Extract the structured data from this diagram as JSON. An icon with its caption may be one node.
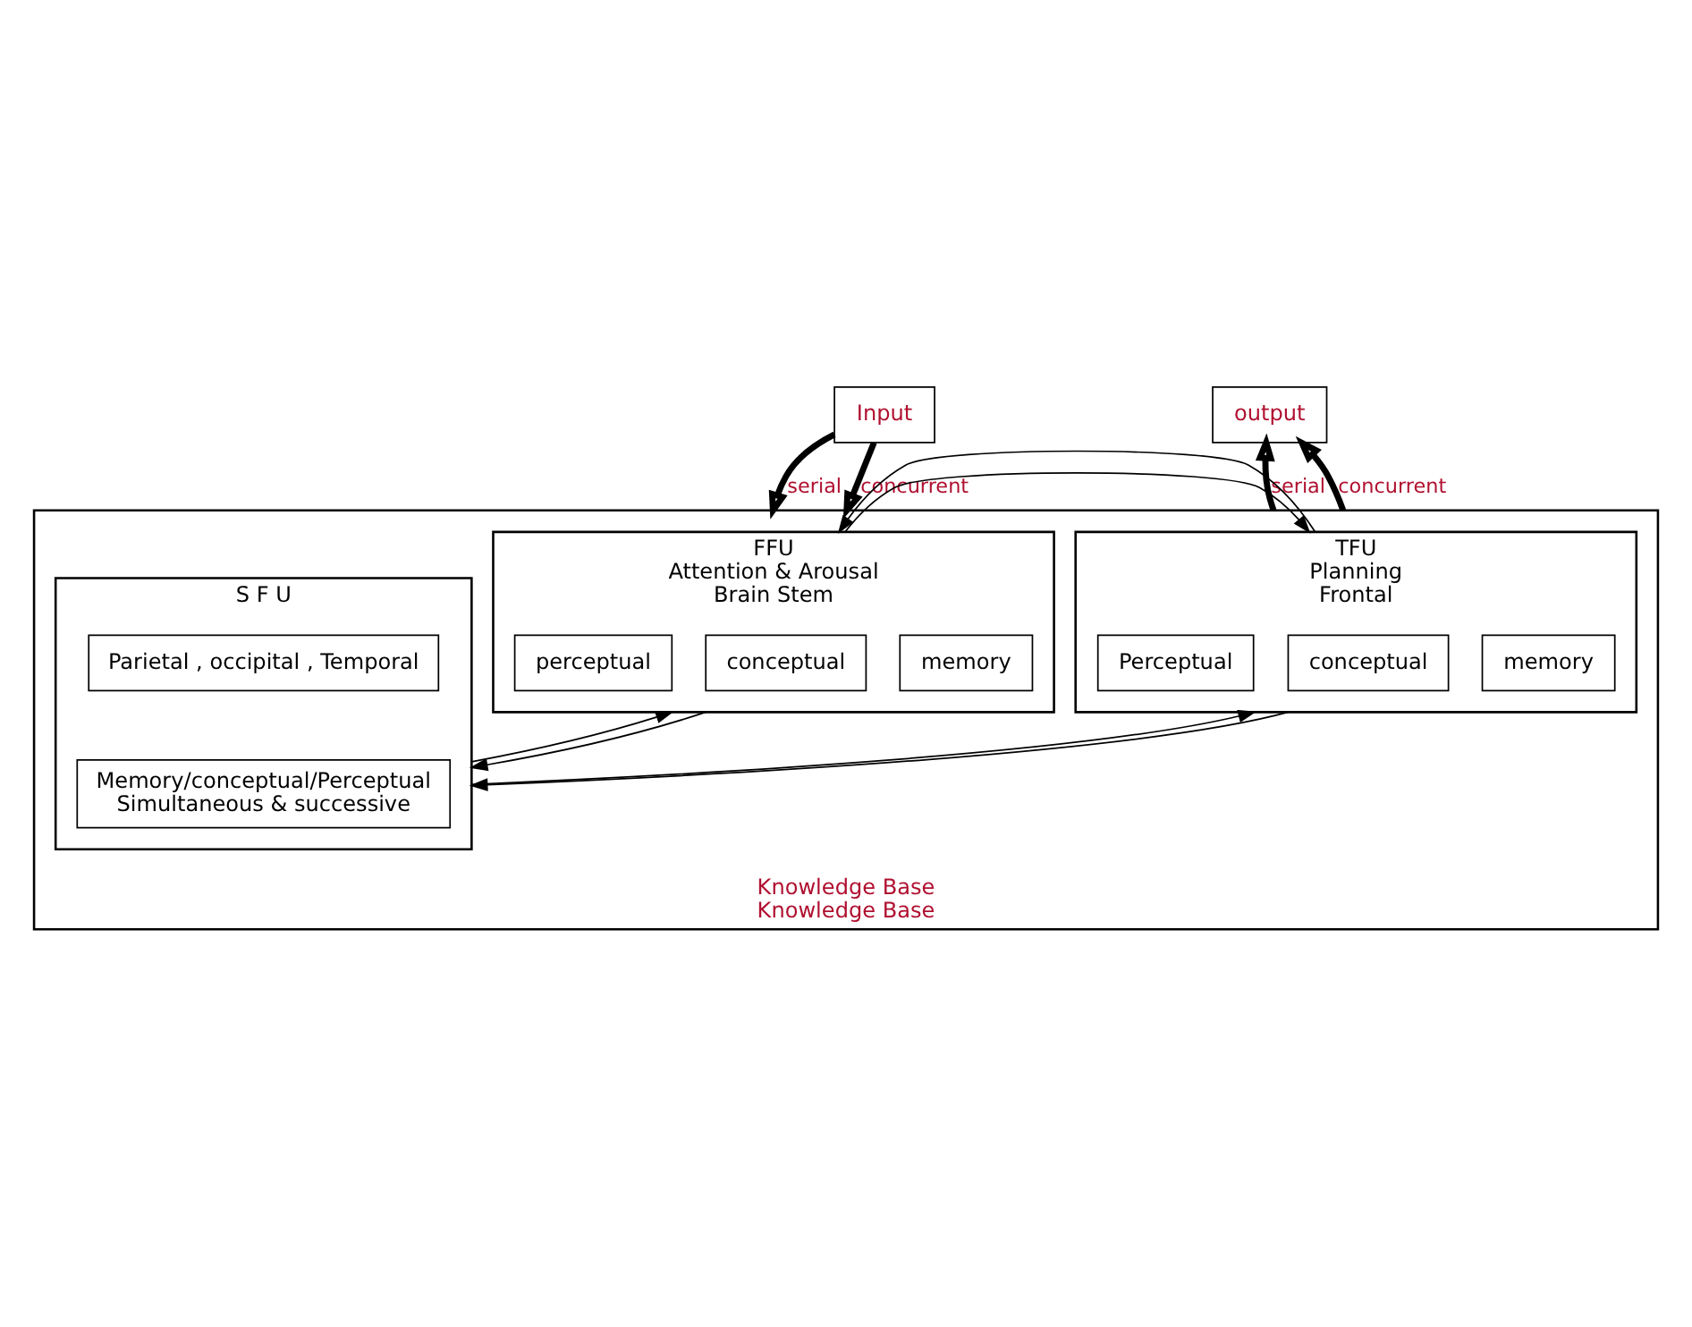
{
  "diagram": {
    "nodes": [
      {
        "text": [
          "Input"
        ]
      },
      {
        "text": [
          "output"
        ]
      },
      {
        "text": [
          "Knowledge Base",
          "Knowledge Base"
        ]
      },
      {
        "text": [
          "FFU",
          "Attention & Arousal",
          "Brain Stem"
        ],
        "in": 2
      },
      {
        "text": [
          "memory"
        ],
        "in": 3
      },
      {
        "text": [
          "conceptual"
        ],
        "in": 3
      },
      {
        "text": [
          "perceptual"
        ],
        "in": 3
      },
      {
        "text": [
          "TFU",
          "Planning",
          "Frontal"
        ],
        "in": 2
      },
      {
        "text": [
          "memory"
        ],
        "in": 7
      },
      {
        "text": [
          "conceptual"
        ],
        "in": 7
      },
      {
        "text": [
          "Perceptual"
        ],
        "in": 7
      },
      {
        "text": [
          "S F U"
        ],
        "in": 2
      },
      {
        "text": [
          "Parietal , occipital , Temporal"
        ],
        "in": 11
      },
      {
        "text": [
          "Memory/conceptual/Perceptual",
          "Simultaneous & successive"
        ],
        "in": 11
      }
    ],
    "edges": [
      {
        "from": 0,
        "to": 2,
        "arrow": "to",
        "label": "serial",
        "style": "thick"
      },
      {
        "from": 0,
        "to": 2,
        "arrow": "to",
        "label": "concurrent",
        "style": "thick"
      },
      {
        "from": 2,
        "to": 1,
        "arrow": "to",
        "label": "serial",
        "style": "thick"
      },
      {
        "from": 2,
        "to": 1,
        "arrow": "to",
        "label": "concurrent",
        "style": "thick"
      },
      {
        "from": 3,
        "to": 7,
        "arrow": "to"
      },
      {
        "from": 7,
        "to": 3,
        "arrow": "to"
      },
      {
        "from": 11,
        "to": 3,
        "arrow": "to"
      },
      {
        "from": 3,
        "to": 11,
        "arrow": "to"
      },
      {
        "from": 11,
        "to": 7,
        "arrow": "to"
      },
      {
        "from": 7,
        "to": 11,
        "arrow": "to"
      }
    ]
  }
}
